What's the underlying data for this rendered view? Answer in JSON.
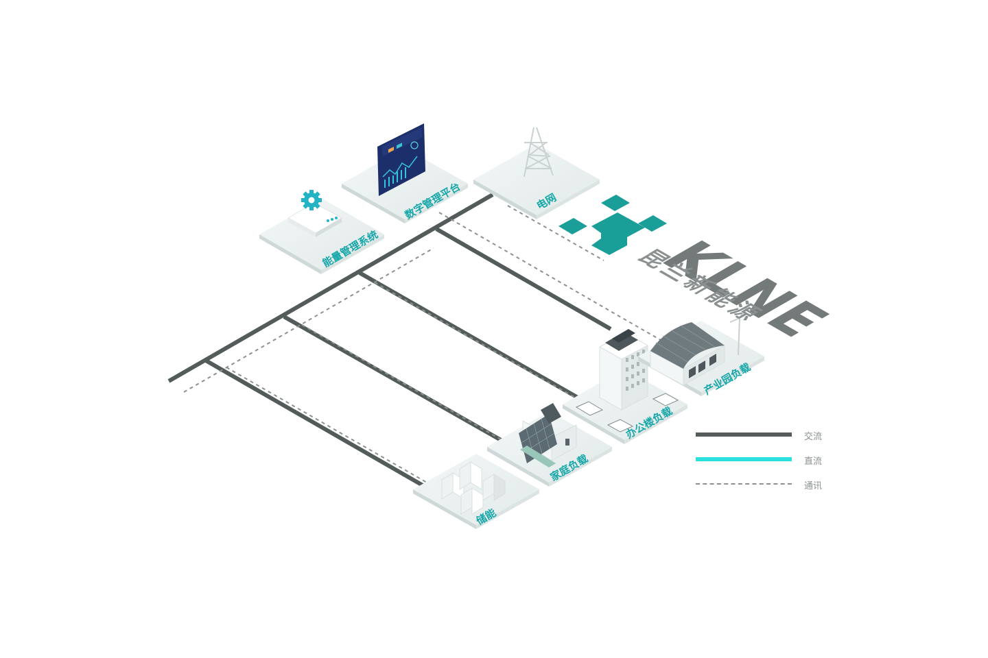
{
  "nodes": {
    "ems": "能量管理系统",
    "platform": "数字管理平台",
    "grid": "电网",
    "storage": "储能",
    "home": "家庭负载",
    "office": "办公楼负载",
    "park": "产业园负载"
  },
  "brand": {
    "latin": "KLNE",
    "chinese": "昆兰新能源"
  },
  "legend": {
    "ac": "交流",
    "dc": "直流",
    "comm": "通讯"
  },
  "colors": {
    "ac_line": "#535c5b",
    "dc_line": "#2de0e0",
    "comm_line": "#8c9190",
    "label_teal": "#18a7a9",
    "logo_teal": "#1a9e98",
    "platform_tile": "#e7eded"
  },
  "icons": [
    "gear-icon",
    "dashboard-screen-icon",
    "transmission-tower-icon",
    "battery-cabinet-icon",
    "house-solar-icon",
    "office-building-icon",
    "factory-hall-icon",
    "wind-turbine-icon",
    "car-icon"
  ]
}
